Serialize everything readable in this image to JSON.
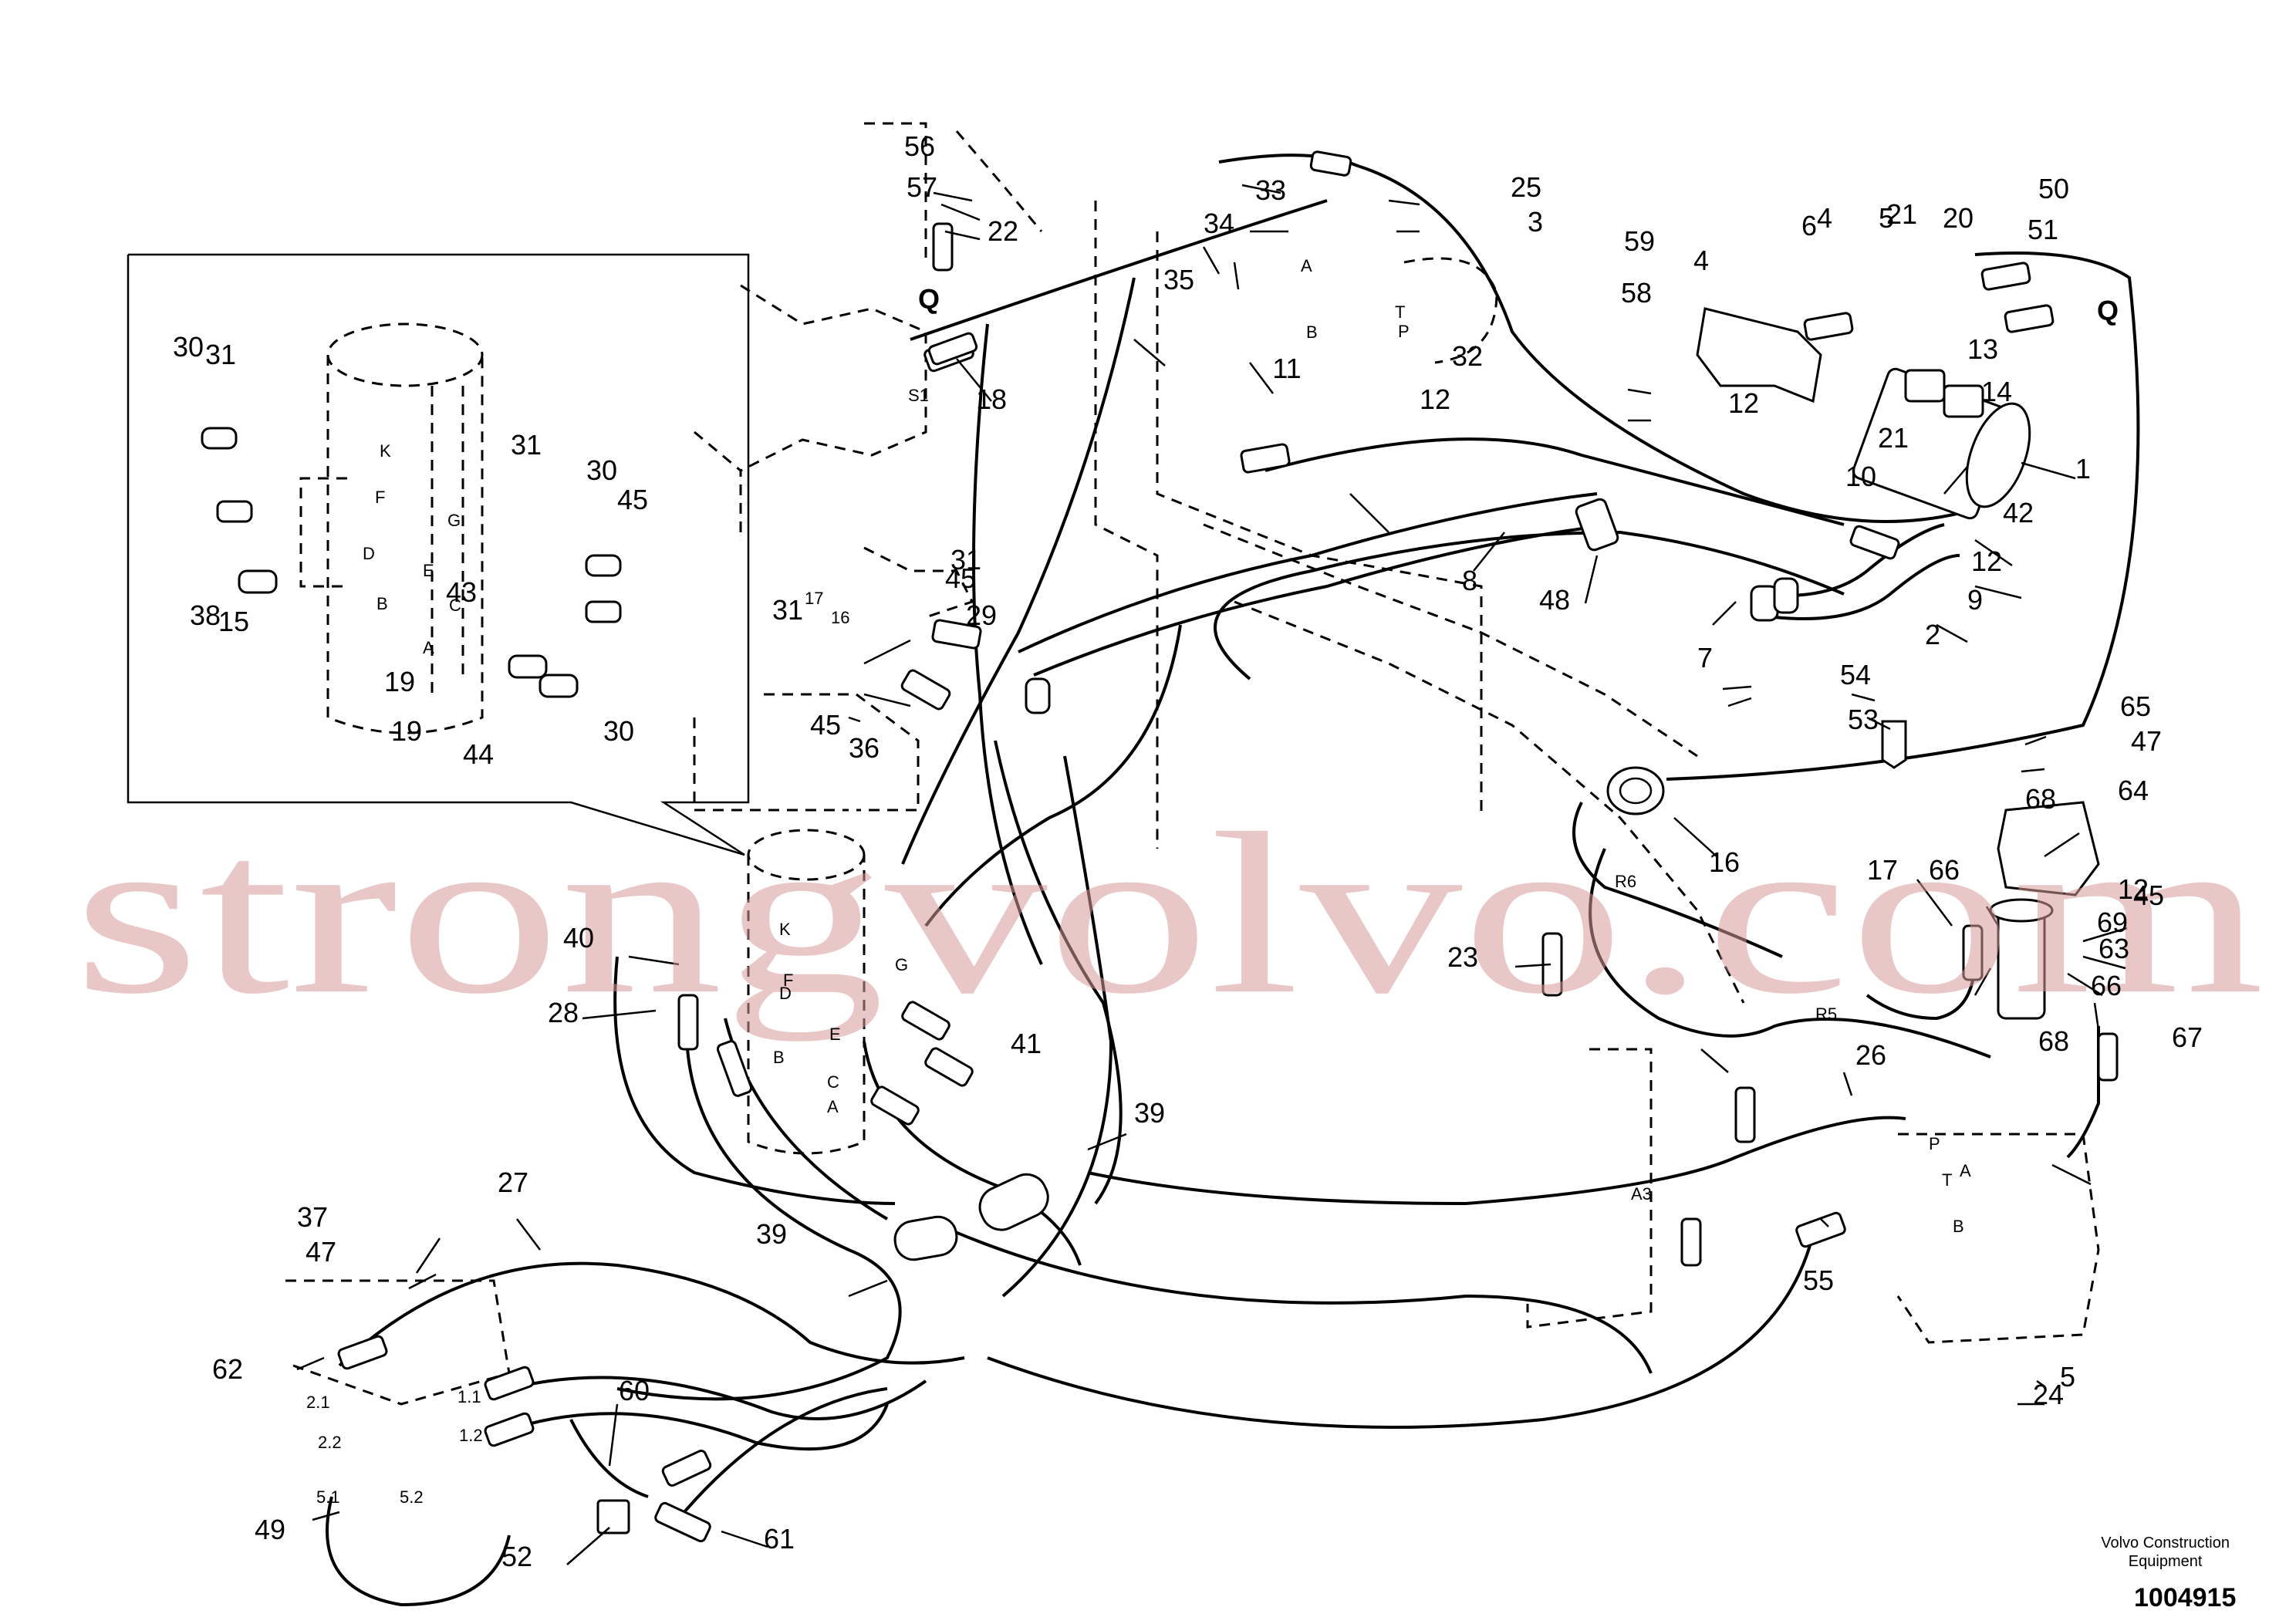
{
  "diagram": {
    "watermark": "strongvolvo.com",
    "company_line1": "Volvo Construction",
    "company_line2": "Equipment",
    "doc_number": "1004915",
    "callouts": [
      "1",
      "2",
      "3",
      "4",
      "4",
      "5",
      "5",
      "6",
      "7",
      "8",
      "9",
      "10",
      "11",
      "12",
      "12",
      "12",
      "12",
      "13",
      "14",
      "15",
      "16",
      "17",
      "18",
      "19",
      "19",
      "20",
      "21",
      "21",
      "22",
      "23",
      "24",
      "25",
      "26",
      "27",
      "28",
      "29",
      "30",
      "30",
      "30",
      "31",
      "31",
      "31",
      "31",
      "32",
      "33",
      "34",
      "35",
      "36",
      "37",
      "38",
      "39",
      "39",
      "40",
      "41",
      "42",
      "43",
      "44",
      "45",
      "45",
      "45",
      "45",
      "47",
      "47",
      "48",
      "49",
      "50",
      "51",
      "52",
      "53",
      "54",
      "55",
      "56",
      "57",
      "58",
      "59",
      "60",
      "61",
      "62",
      "63",
      "64",
      "65",
      "66",
      "66",
      "67",
      "68",
      "68",
      "69"
    ],
    "port_labels": [
      "A",
      "B",
      "C",
      "D",
      "E",
      "F",
      "G",
      "K",
      "A",
      "B",
      "C",
      "D",
      "E",
      "F",
      "G",
      "K",
      "A",
      "B",
      "T",
      "P",
      "S1",
      "16",
      "17",
      "R6",
      "R5",
      "A3",
      "A",
      "B",
      "P",
      "T",
      "2.1",
      "2.2",
      "1.1",
      "1.2",
      "5.1",
      "5.2"
    ],
    "hose_end_labels": [
      "Q",
      "Q"
    ]
  }
}
